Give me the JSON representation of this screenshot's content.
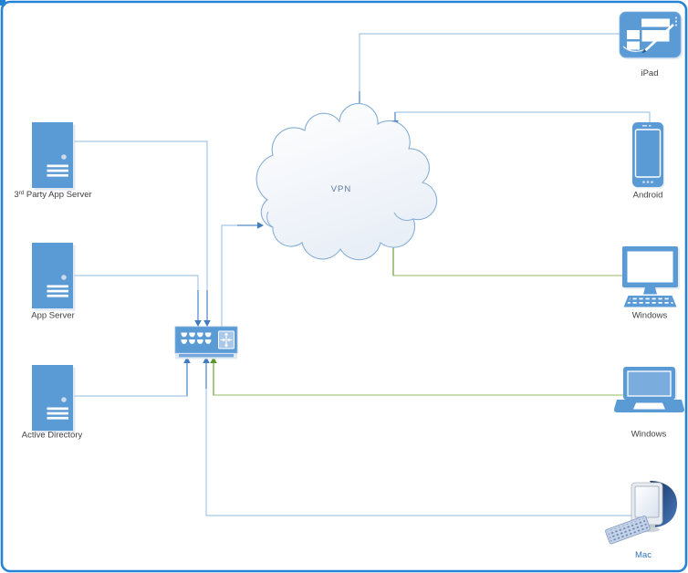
{
  "nodes": {
    "third_party_app_server": {
      "label_num": "3",
      "label_ord": "rd",
      "label_rest": " Party App Server",
      "icon": "server-icon"
    },
    "app_server": {
      "label": "App Server",
      "icon": "server-icon"
    },
    "active_directory": {
      "label": "Active Directory",
      "icon": "server-icon"
    },
    "switch": {
      "icon": "network-switch-icon"
    },
    "vpn_cloud": {
      "label": "VPN",
      "icon": "cloud-icon"
    },
    "ipad": {
      "label": "iPad",
      "icon": "tablet-icon"
    },
    "android": {
      "label": "Android",
      "icon": "smartphone-icon"
    },
    "windows_desktop": {
      "label": "Windows",
      "icon": "desktop-computer-icon"
    },
    "windows_laptop": {
      "label": "Windows",
      "icon": "laptop-icon"
    },
    "mac": {
      "label": "Mac",
      "icon": "imac-crt-icon"
    }
  },
  "connections": [
    {
      "from": "third_party_app_server",
      "to": "switch",
      "color": "blue"
    },
    {
      "from": "app_server",
      "to": "switch",
      "color": "blue"
    },
    {
      "from": "active_directory",
      "to": "switch",
      "color": "blue"
    },
    {
      "from": "mac",
      "to": "switch",
      "color": "blue"
    },
    {
      "from": "windows_laptop",
      "to": "switch",
      "color": "green"
    },
    {
      "from": "switch",
      "to": "vpn_cloud",
      "color": "blue"
    },
    {
      "from": "windows_desktop",
      "to": "vpn_cloud",
      "color": "green"
    },
    {
      "from": "ipad",
      "to": "vpn_cloud",
      "color": "blue"
    },
    {
      "from": "android",
      "to": "vpn_cloud",
      "color": "blue"
    }
  ],
  "colors": {
    "shape_blue": "#5b9bd5",
    "connector_blue": "#a7c6e8",
    "connector_blue_dark": "#5f94ce",
    "arrow_blue": "#3f7cc0",
    "connector_green": "#a9c783",
    "connector_green_dark": "#7fae54",
    "arrow_green": "#5e9732",
    "page_border": "#2583d5",
    "label_text": "#3f3f3f",
    "vpn_label": "#5a7a9e",
    "mac_label": "#2e74b5"
  }
}
